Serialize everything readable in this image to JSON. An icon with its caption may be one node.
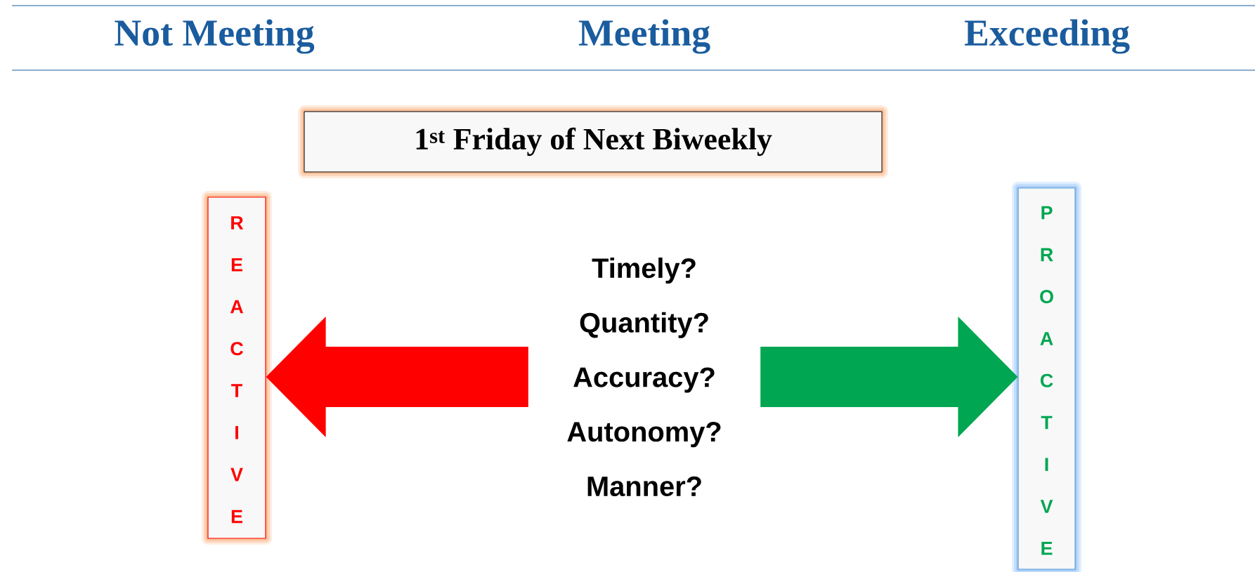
{
  "diagram": {
    "nodes": [
      {
        "text": [
          "1$^{st}$ Friday of Next Biweekly"
        ]
      },
      {
        "text": [
          "REACTIVE"
        ]
      },
      {
        "text": [
          "Timely?",
          "Quantity?",
          "Accuracy?",
          "Autonomy?",
          "Manner?"
        ]
      },
      {
        "text": [
          "PROACTIVE"
        ]
      }
    ],
    "edges": [
      {
        "from": 2,
        "to": 1,
        "arrow": "to",
        "color": "#ff0000"
      },
      {
        "from": 2,
        "to": 3,
        "arrow": "to",
        "color": "#00a651"
      }
    ],
    "labels": [
      "Not Meeting",
      "Meeting",
      "Exceeding"
    ]
  }
}
